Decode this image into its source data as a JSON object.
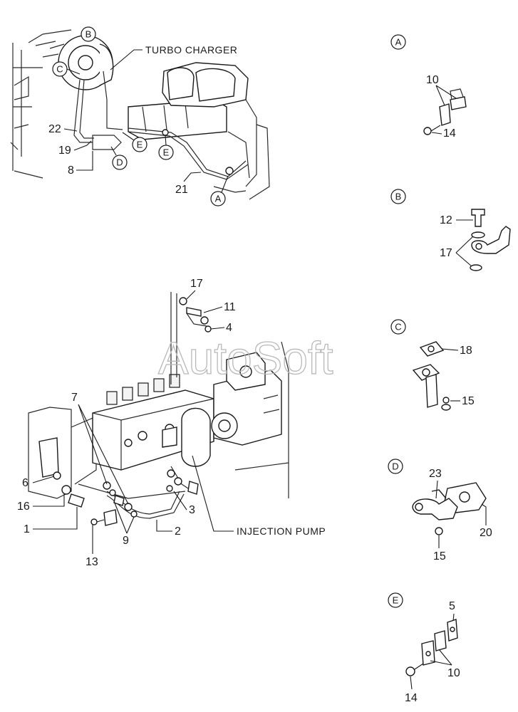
{
  "watermark": "AutoSoft",
  "callouts": {
    "turbo_charger": "TURBO CHARGER",
    "injection_pump": "INJECTION PUMP"
  },
  "main_labels": {
    "n22": "22",
    "n19": "19",
    "n8": "8",
    "n21": "21",
    "n17": "17",
    "n11": "11",
    "n4": "4",
    "n7": "7",
    "n6": "6",
    "n16": "16",
    "n1": "1",
    "n13": "13",
    "n9": "9",
    "n2": "2",
    "n3": "3"
  },
  "ref_letters": {
    "a": "A",
    "b": "B",
    "c": "C",
    "d": "D",
    "e": "E"
  },
  "detail_a": {
    "letter": "A",
    "l10": "10",
    "l14": "14"
  },
  "detail_b": {
    "letter": "B",
    "l12": "12",
    "l17": "17"
  },
  "detail_c": {
    "letter": "C",
    "l18": "18",
    "l15": "15"
  },
  "detail_d": {
    "letter": "D",
    "l23": "23",
    "l20": "20",
    "l15": "15"
  },
  "detail_e": {
    "letter": "E",
    "l5": "5",
    "l10": "10",
    "l14": "14"
  }
}
